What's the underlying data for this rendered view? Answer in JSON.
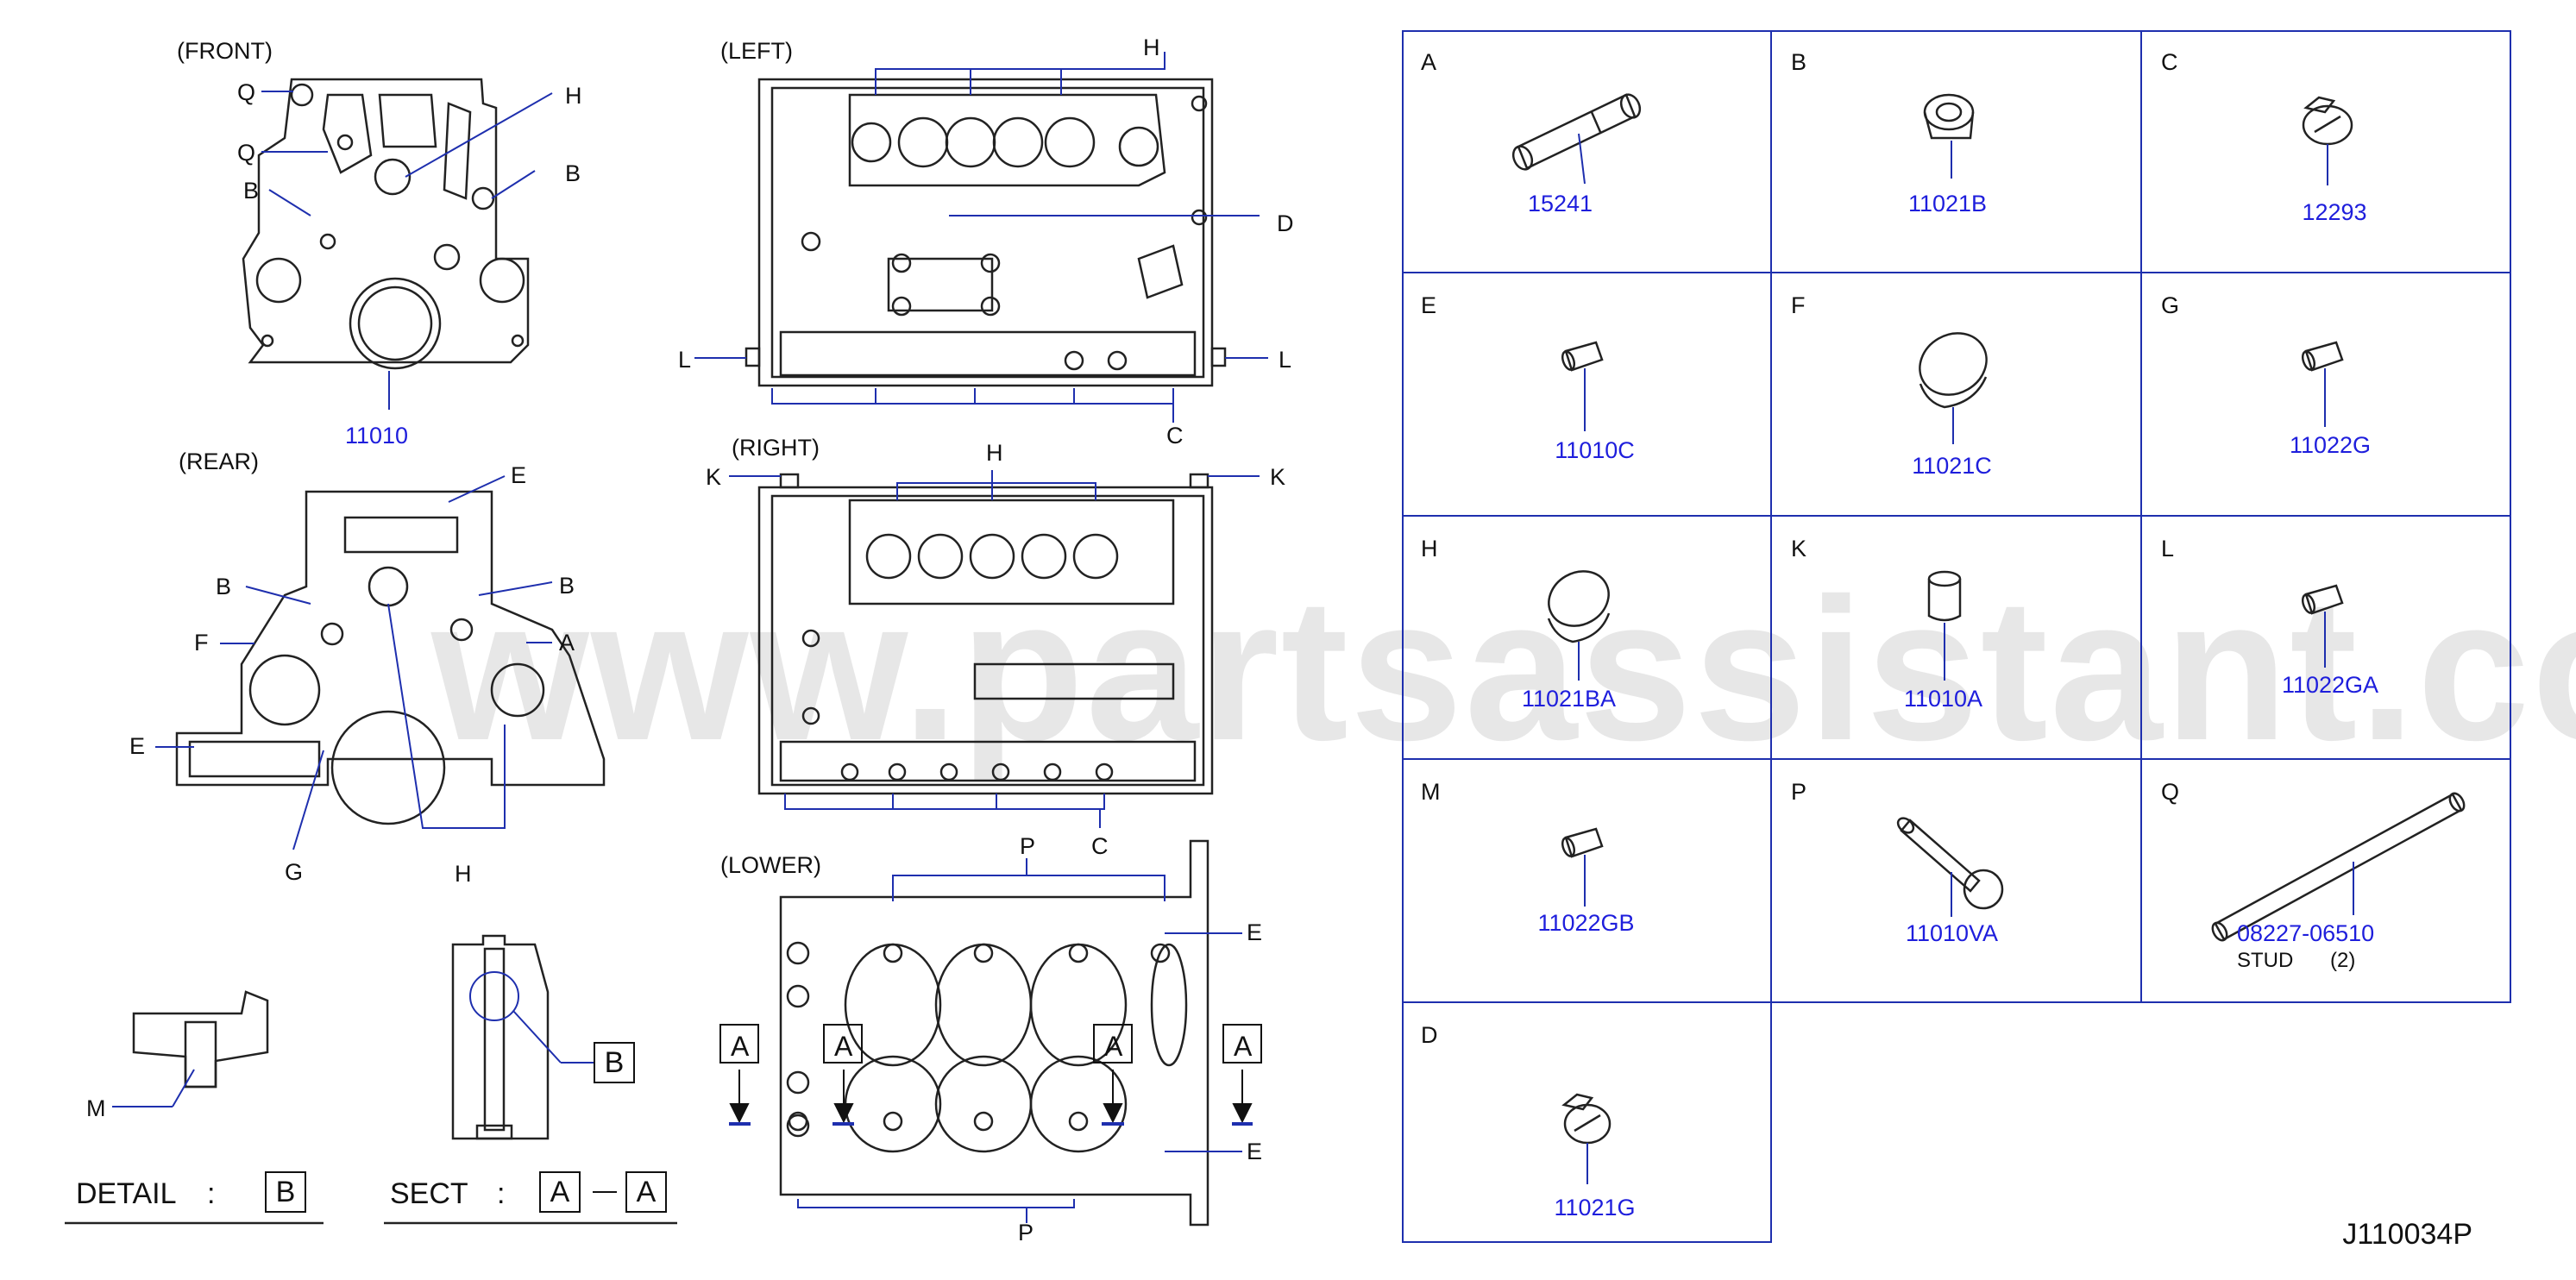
{
  "watermark": "www.partsassistant.com",
  "views": {
    "front": "(FRONT)",
    "left": "(LEFT)",
    "rear": "(REAR)",
    "right": "(RIGHT)",
    "lower": "(LOWER)"
  },
  "front_labels": {
    "q1": "Q",
    "q2": "Q",
    "h": "H",
    "b1": "B",
    "b2": "B",
    "pn": "11010"
  },
  "left_labels": {
    "h": "H",
    "d": "D",
    "l1": "L",
    "l2": "L",
    "c": "C"
  },
  "rear_labels": {
    "e1": "E",
    "b1": "B",
    "b2": "B",
    "f": "F",
    "a": "A",
    "e2": "E",
    "g": "G",
    "h": "H"
  },
  "right_labels": {
    "k1": "K",
    "h": "H",
    "k2": "K",
    "c": "C"
  },
  "lower_labels": {
    "p1": "P",
    "e1": "E",
    "e2": "E",
    "p2": "P",
    "a1": "A",
    "a2": "A",
    "a3": "A",
    "a4": "A"
  },
  "detail": {
    "m": "M",
    "detail_label": "DETAIL",
    "colon1": ":",
    "detail_box": "B",
    "sect_label": "SECT",
    "colon2": ":",
    "sect_box1": "A",
    "sect_box2": "A",
    "b_box": "B"
  },
  "parts": [
    {
      "letter": "A",
      "pn": "15241",
      "icon": "pin-icon"
    },
    {
      "letter": "B",
      "pn": "11021B",
      "icon": "plug-icon"
    },
    {
      "letter": "C",
      "pn": "12293",
      "icon": "bolt-plug-icon"
    },
    {
      "letter": "E",
      "pn": "11010C",
      "icon": "dowel-icon"
    },
    {
      "letter": "F",
      "pn": "11021C",
      "icon": "ring-icon"
    },
    {
      "letter": "G",
      "pn": "11022G",
      "icon": "dowel-icon"
    },
    {
      "letter": "H",
      "pn": "11021BA",
      "icon": "ring-icon"
    },
    {
      "letter": "K",
      "pn": "11010A",
      "icon": "cylinder-icon"
    },
    {
      "letter": "L",
      "pn": "11022GA",
      "icon": "dowel-icon"
    },
    {
      "letter": "M",
      "pn": "11022GB",
      "icon": "dowel-icon"
    },
    {
      "letter": "P",
      "pn": "11010VA",
      "icon": "bolt-icon"
    },
    {
      "letter": "Q",
      "pn": "08227-06510",
      "extra1": "STUD",
      "extra2": "(2)",
      "icon": "stud-icon"
    },
    {
      "letter": "D",
      "pn": "11021G",
      "icon": "bolt-plug-icon"
    }
  ],
  "footer_code": "J110034P",
  "colors": {
    "part_number": "#1e1edc",
    "table_border": "#1e2fae",
    "callout_line": "#1e2fae"
  }
}
